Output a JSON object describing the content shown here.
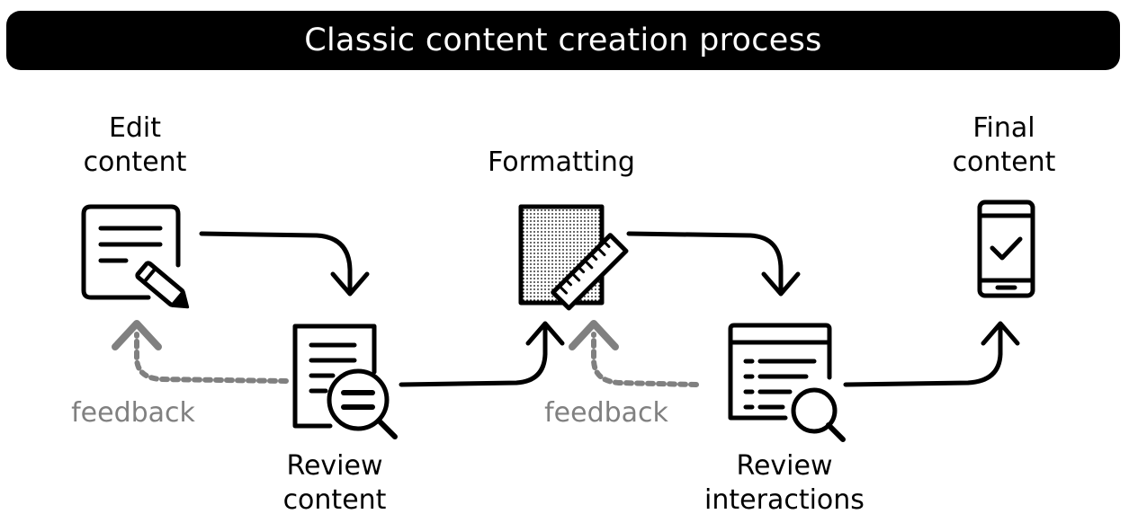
{
  "title": "Classic content creation process",
  "steps": {
    "edit": {
      "label": "Edit\ncontent",
      "icon": "edit-document-icon"
    },
    "review_content": {
      "label": "Review\ncontent",
      "icon": "review-document-icon"
    },
    "formatting": {
      "label": "Formatting",
      "icon": "formatting-ruler-icon"
    },
    "review_interactions": {
      "label": "Review\ninteractions",
      "icon": "review-window-icon"
    },
    "final": {
      "label": "Final\ncontent",
      "icon": "smartphone-check-icon"
    }
  },
  "feedback": {
    "first": "feedback",
    "second": "feedback"
  },
  "colors": {
    "stroke": "#000000",
    "feedback": "#808080"
  }
}
